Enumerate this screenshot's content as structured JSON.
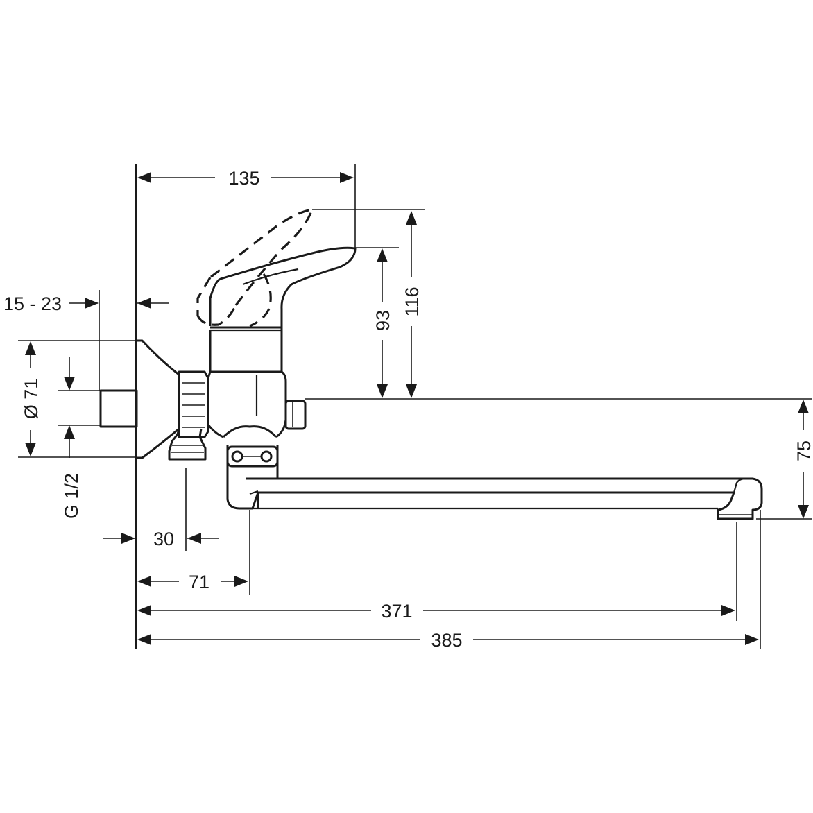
{
  "dimensions": {
    "reach_135": "135",
    "height_116": "116",
    "height_93": "93",
    "height_75": "75",
    "wall_gap": "15 - 23",
    "diameter": "Ø 71",
    "thread": "G 1/2",
    "offset_30": "30",
    "offset_71": "71",
    "spout_371": "371",
    "total_385": "385"
  }
}
